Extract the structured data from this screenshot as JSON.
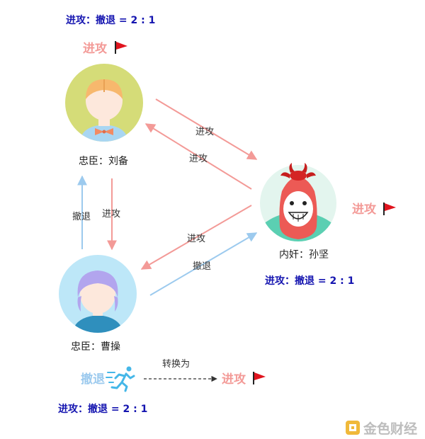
{
  "ratios": {
    "top": "进攻：撤退 = 2 : 1",
    "right": "进攻：撤退 = 2 : 1",
    "bottom": "进攻：撤退 = 2 : 1"
  },
  "players": {
    "liubei": {
      "name": "忠臣：刘备",
      "badge": "进攻"
    },
    "sunjian": {
      "name": "内奸：孙坚",
      "badge": "进攻"
    },
    "caocao": {
      "name": "忠臣：曹操"
    }
  },
  "edges": {
    "liubei_to_sunjian": "进攻",
    "sunjian_to_liubei": "进攻",
    "caocao_to_liubei": "撤退",
    "liubei_to_caocao": "进攻",
    "sunjian_to_caocao": "进攻",
    "caocao_to_sunjian": "撤退"
  },
  "legend": {
    "from_label": "撤退",
    "transform_label": "转换为",
    "to_label": "进攻"
  },
  "watermark": "金色财经",
  "colors": {
    "attack": "#f39a97",
    "retreat": "#9ccaee",
    "ratio": "#1515b0",
    "arrow_dark": "#333333"
  },
  "icons": {
    "flag": "red-flag-icon",
    "runner": "running-man-icon",
    "watermark_logo": "jinse-logo-icon"
  }
}
